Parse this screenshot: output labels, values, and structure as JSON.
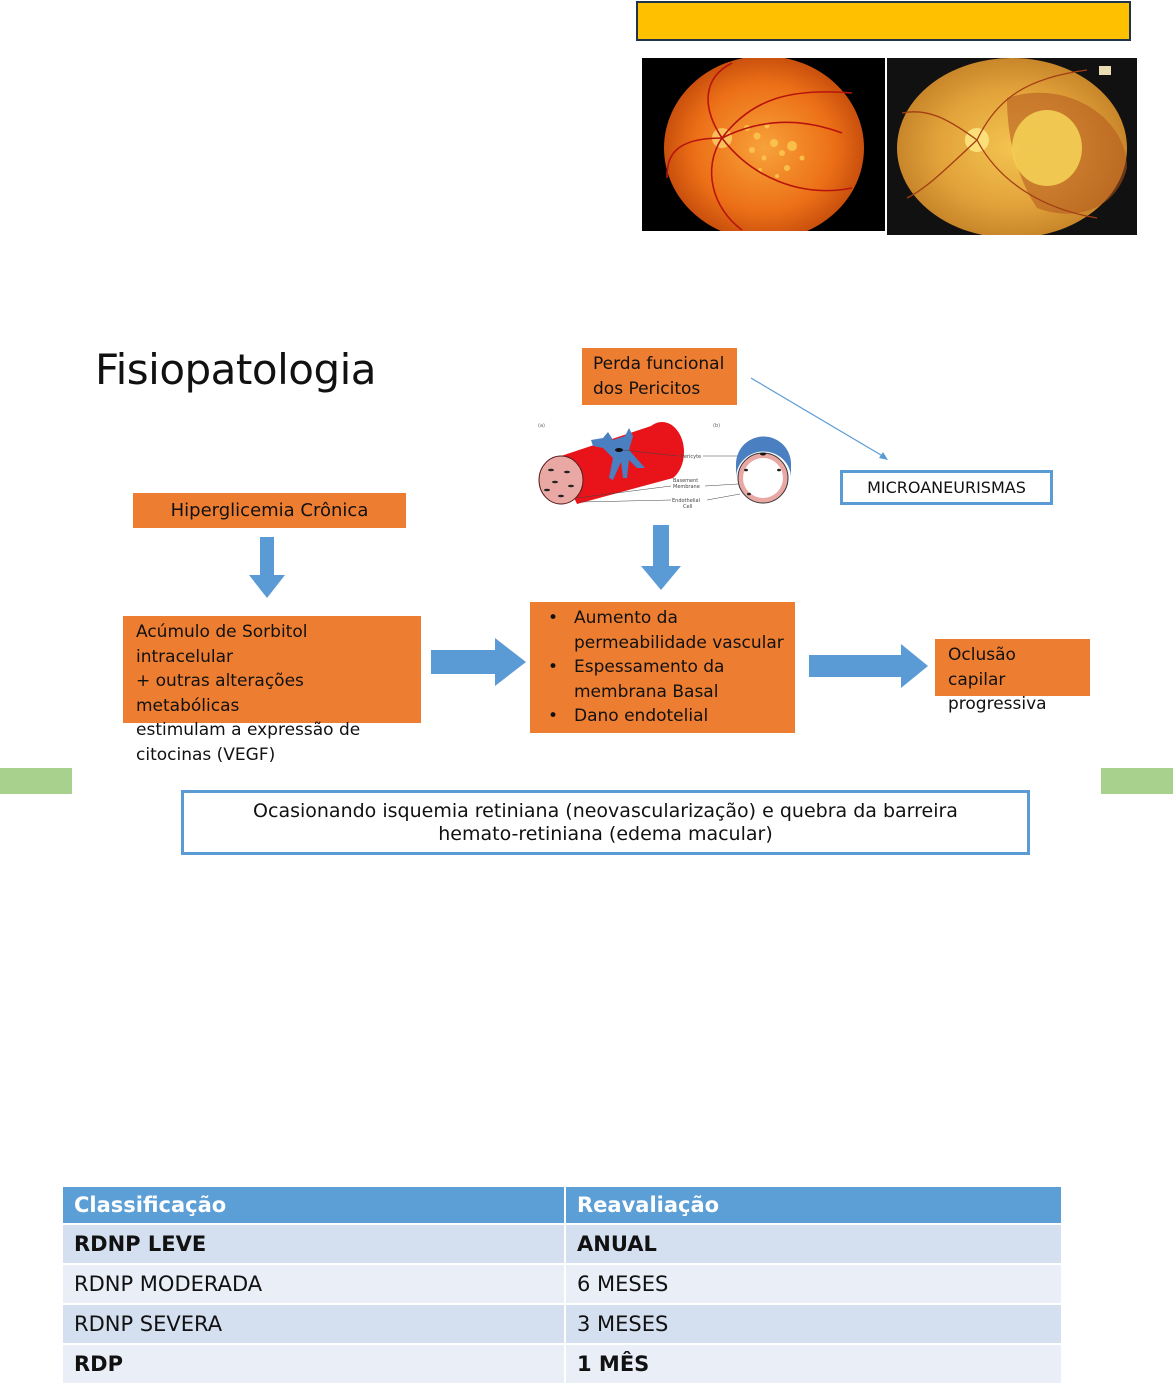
{
  "top_section": {
    "banner_text": "",
    "images": [
      {
        "label": "fundus photograph - diabetic retinopathy with hard exudates"
      },
      {
        "label": "fundus photograph - macular degeneration / hemorrhage"
      }
    ]
  },
  "diagram": {
    "title": "Fisiopatologia",
    "boxes": {
      "hiperglicemia": "Hiperglicemia Crônica",
      "perda_line1": "Perda funcional",
      "perda_line2": "dos Pericitos",
      "acumulo_lines": [
        "Acúmulo de Sorbitol intracelular",
        "+ outras alterações metabólicas",
        "estimulam a expressão de",
        "citocinas (VEGF)"
      ],
      "effects": [
        {
          "line1": "Aumento da",
          "line2": "permeabilidade vascular"
        },
        {
          "line1": "Espessamento da",
          "line2": "membrana Basal"
        },
        {
          "line1": "Dano endotelial",
          "line2": ""
        }
      ],
      "oclusao_line1": "Oclusão capilar",
      "oclusao_line2": "progressiva",
      "microaneurismas": "MICROANEURISMAS"
    },
    "illustration": {
      "panel_a": "(a)",
      "panel_b": "(b)",
      "labels": {
        "pericyte": "Pericyte",
        "basement_1": "Basement",
        "basement_2": "Membrane",
        "endothelial_1": "Endothelial",
        "endothelial_2": "Cell"
      }
    },
    "conclusion_line1": "Ocasionando isquemia retiniana (neovascularização) e quebra da barreira",
    "conclusion_line2": "hemato-retiniana (edema macular)"
  },
  "table": {
    "headers": [
      "Classificação",
      "Reavaliação"
    ],
    "rows": [
      {
        "classificacao": "RDNP LEVE",
        "reavaliacao": "ANUAL",
        "bold": true
      },
      {
        "classificacao": "RDNP MODERADA",
        "reavaliacao": "6 MESES",
        "bold": false
      },
      {
        "classificacao": "RDNP SEVERA",
        "reavaliacao": "3 MESES",
        "bold": false
      },
      {
        "classificacao": "RDP",
        "reavaliacao": "1 MÊS",
        "bold": true
      }
    ]
  },
  "colors": {
    "banner": "#ffc000",
    "orange_box": "#ed7d31",
    "blue_arrow": "#5b9bd5",
    "table_header": "#5b9fd6",
    "green_marker": "#a9d18e"
  }
}
